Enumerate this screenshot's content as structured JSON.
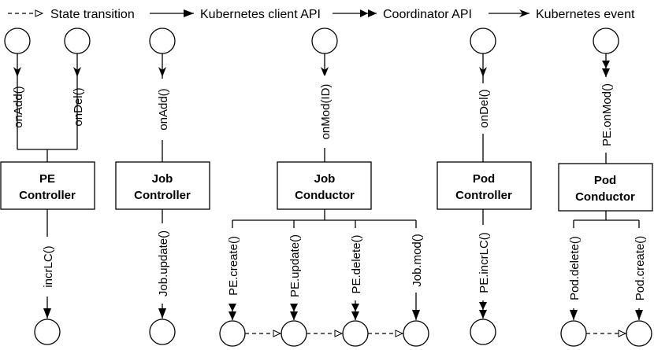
{
  "legend": {
    "state_transition": "State transition",
    "kubernetes_client_api": "Kubernetes client API",
    "coordinator_api": "Coordinator API",
    "kubernetes_event": "Kubernetes event"
  },
  "pe_controller": {
    "name_line1": "PE",
    "name_line2": "Controller",
    "event_add": "onAdd()",
    "event_del": "onDel()",
    "call_out": "incrLC()"
  },
  "job_controller": {
    "name_line1": "Job",
    "name_line2": "Controller",
    "event_add": "onAdd()",
    "call_out": "Job.update()"
  },
  "job_conductor": {
    "name_line1": "Job",
    "name_line2": "Conductor",
    "event_mod": "onMod(ID)",
    "call_create": "PE.create()",
    "call_update": "PE.update()",
    "call_delete": "PE.delete()",
    "call_mod": "Job.mod()"
  },
  "pod_controller": {
    "name_line1": "Pod",
    "name_line2": "Controller",
    "event_del": "onDel()",
    "call_out": "PE.incrLC()"
  },
  "pod_conductor": {
    "name_line1": "Pod",
    "name_line2": "Conductor",
    "event_mod": "PE.onMod()",
    "call_delete": "Pod.delete()",
    "call_create": "Pod.create()"
  }
}
